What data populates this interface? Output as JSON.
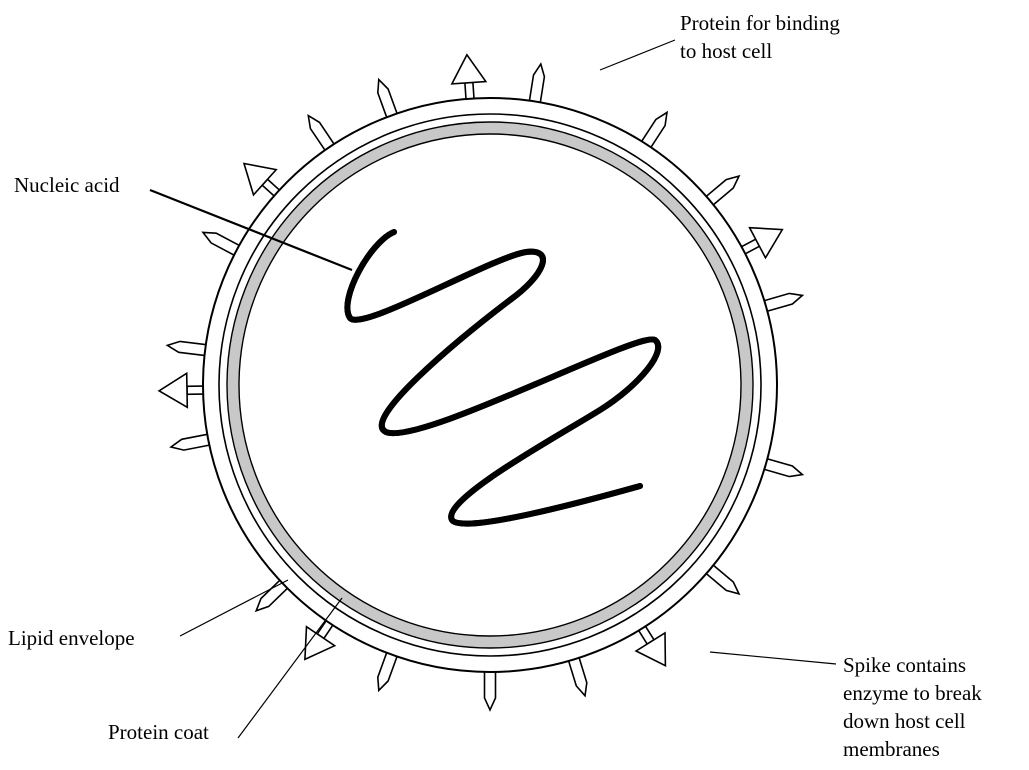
{
  "diagram": {
    "labels": {
      "protein_binding": [
        "Protein for binding",
        "to host cell"
      ],
      "nucleic_acid": [
        "Nucleic acid"
      ],
      "lipid_envelope": [
        "Lipid envelope"
      ],
      "protein_coat": [
        "Protein coat"
      ],
      "spike_enzyme": [
        "Spike contains",
        "enzyme to break",
        "down host cell",
        "membranes"
      ]
    },
    "colors": {
      "line": "#000000",
      "protein_coat_fill": "#c8c8c8",
      "background": "#ffffff"
    }
  }
}
